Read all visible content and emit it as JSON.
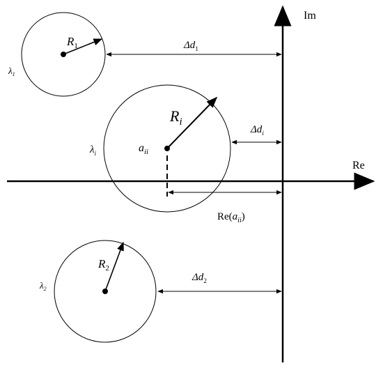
{
  "axes": {
    "real_label": "Re",
    "imag_label": "Im"
  },
  "disc_1": {
    "eigenvalue_symbol": "λ",
    "eigenvalue_subscript": "1",
    "radius_symbol": "R",
    "radius_subscript": "1",
    "distance_label": "Δd",
    "distance_subscript": "1"
  },
  "disc_i": {
    "eigenvalue_symbol": "λ",
    "eigenvalue_subscript": "i",
    "radius_symbol": "R",
    "radius_subscript": "i",
    "center_symbol": "a",
    "center_subscript": "ii",
    "distance_label": "Δd",
    "distance_subscript": "i",
    "real_part_prefix": "Re(",
    "real_part_symbol": "a",
    "real_part_subscript": "ii",
    "real_part_suffix": ")"
  },
  "disc_2": {
    "eigenvalue_symbol": "λ",
    "eigenvalue_subscript": "2",
    "radius_symbol": "R",
    "radius_subscript": "2",
    "distance_label": "Δd",
    "distance_subscript": "2"
  },
  "colors": {
    "ink": "#000000",
    "background": "#ffffff"
  }
}
